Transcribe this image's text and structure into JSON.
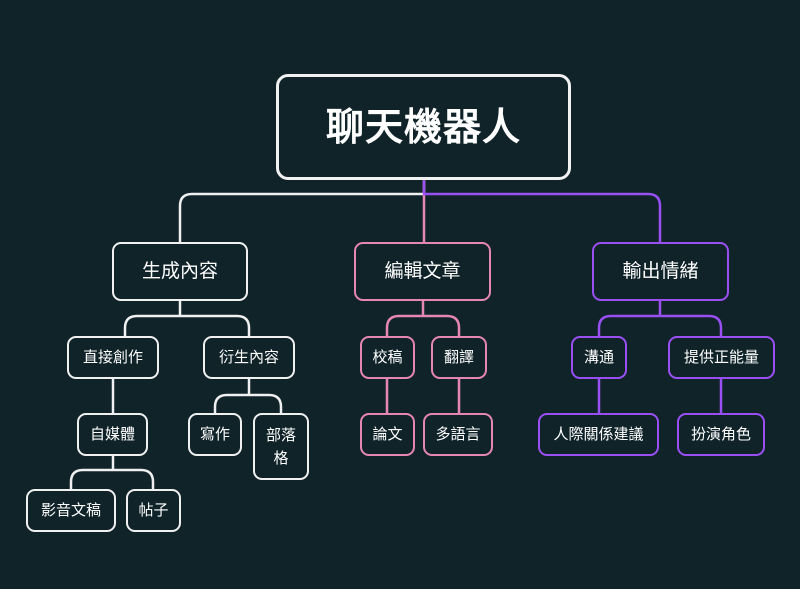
{
  "colors": {
    "background": "#0f2329",
    "white_branch": "#f0f0f0",
    "pink_branch": "#e586b4",
    "purple_branch": "#9a4ff2"
  },
  "root": {
    "label": "聊天機器人"
  },
  "branches": {
    "generate": {
      "label": "生成內容",
      "direct": "直接創作",
      "self_media": "自媒體",
      "av_script": "影音文稿",
      "post": "帖子",
      "derive": "衍生內容",
      "writing": "寫作",
      "blog_line1": "部落",
      "blog_line2": "格"
    },
    "edit": {
      "label": "編輯文章",
      "proofread": "校稿",
      "thesis": "論文",
      "translate": "翻譯",
      "multilingual": "多語言"
    },
    "emotion": {
      "label": "輸出情緒",
      "communicate": "溝通",
      "relations": "人際關係建議",
      "positive": "提供正能量",
      "roleplay": "扮演角色"
    }
  }
}
